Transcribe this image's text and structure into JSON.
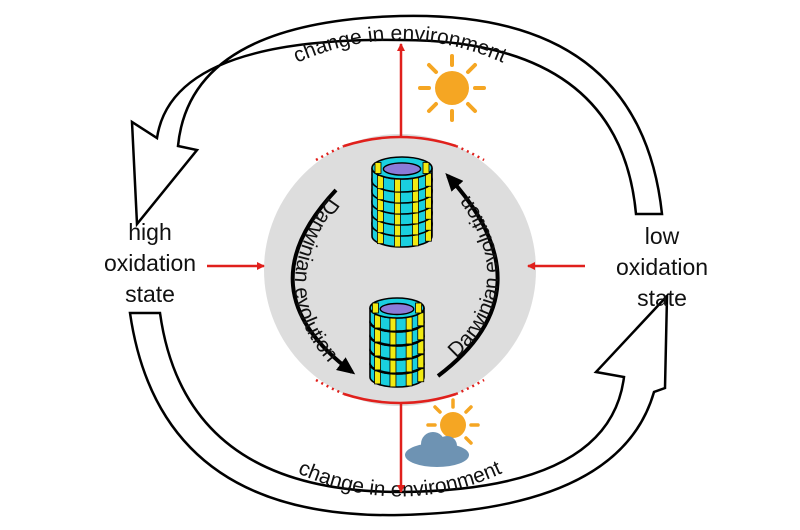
{
  "left_label": [
    "high",
    "oxidation",
    "state"
  ],
  "right_label": [
    "low",
    "oxidation",
    "state"
  ],
  "top_arrow_label": "change in environment",
  "bottom_arrow_label": "change in environment",
  "cycle_left_label": "Darwinian evolution",
  "cycle_right_label": "Darwinian evolution",
  "icons": {
    "top": "sun-icon",
    "bottom": "partly-cloudy-icon"
  },
  "colors": {
    "red_arrow": "#e0201c",
    "ring_cyan": "#1ad0df",
    "ring_yellow": "#f1ea12",
    "ring_purple": "#8b7bd8",
    "sun": "#f5a623",
    "cloud": "#6e93b3",
    "disc": "#dddddd"
  }
}
